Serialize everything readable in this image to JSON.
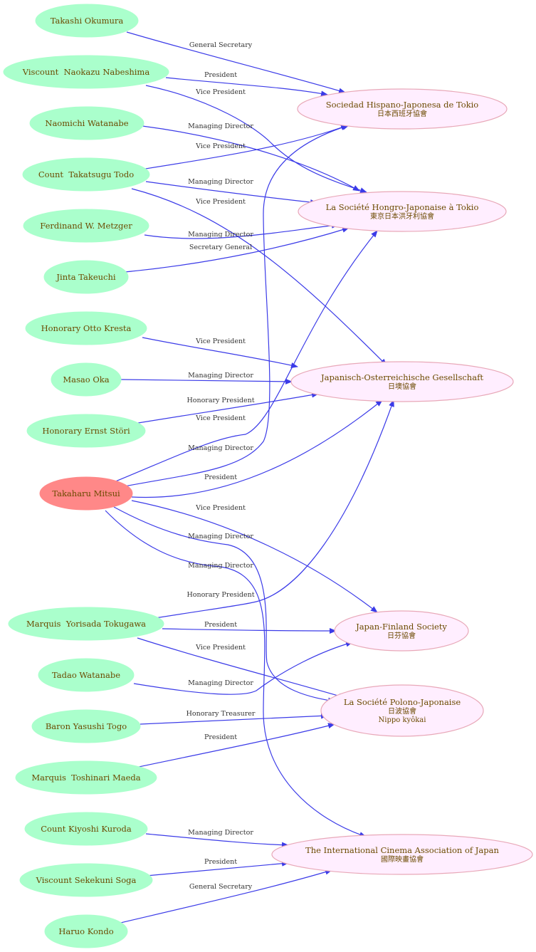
{
  "colors": {
    "person_fill": "#aaffcc",
    "highlight_fill": "#ff8888",
    "org_fill": "#ffeeff",
    "org_stroke": "#e8a8b8",
    "edge": "#3b3be8",
    "text": "#6b4a00"
  },
  "people": [
    {
      "id": "okumura",
      "name": "Takashi Okumura"
    },
    {
      "id": "nabeshima",
      "name": "Viscount  Naokazu Nabeshima"
    },
    {
      "id": "nwatanabe",
      "name": "Naomichi Watanabe"
    },
    {
      "id": "todo",
      "name": "Count  Takatsugu Todo"
    },
    {
      "id": "metzger",
      "name": "Ferdinand W. Metzger"
    },
    {
      "id": "takeuchi",
      "name": "Jinta Takeuchi"
    },
    {
      "id": "kresta",
      "name": "Honorary Otto Kresta"
    },
    {
      "id": "oka",
      "name": "Masao Oka"
    },
    {
      "id": "stori",
      "name": "Honorary Ernst Störi"
    },
    {
      "id": "mitsui",
      "name": "Takaharu Mitsui",
      "highlight": true
    },
    {
      "id": "tokugawa",
      "name": "Marquis  Yorisada Tokugawa"
    },
    {
      "id": "twatanabe",
      "name": "Tadao Watanabe"
    },
    {
      "id": "togo",
      "name": "Baron Yasushi Togo"
    },
    {
      "id": "maeda",
      "name": "Marquis  Toshinari Maeda"
    },
    {
      "id": "kuroda",
      "name": "Count Kiyoshi Kuroda"
    },
    {
      "id": "soga",
      "name": "Viscount Sekekuni Soga"
    },
    {
      "id": "kondo",
      "name": "Haruo Kondo"
    }
  ],
  "organizations": [
    {
      "id": "hispano",
      "lines": [
        "Sociedad Hispano-Japonesa de Tokio",
        "日本西班牙協會"
      ]
    },
    {
      "id": "hongro",
      "lines": [
        "La Société Hongro-Japonaise à Tokio",
        "東京日本洪牙利協會"
      ]
    },
    {
      "id": "osterr",
      "lines": [
        "Japanisch-Osterreichische Gesellschaft",
        "日墺協會"
      ]
    },
    {
      "id": "finland",
      "lines": [
        "Japan-Finland Society",
        "日芬協會"
      ]
    },
    {
      "id": "polono",
      "lines": [
        "La Société Polono-Japonaise",
        "日波協會",
        "Nippo kyôkai"
      ]
    },
    {
      "id": "cinema",
      "lines": [
        "The International Cinema Association of Japan",
        "國際映畫協會"
      ]
    }
  ],
  "edges": [
    {
      "from": "okumura",
      "to": "hispano",
      "label": "General Secretary"
    },
    {
      "from": "nabeshima",
      "to": "hispano",
      "label": "President"
    },
    {
      "from": "nabeshima",
      "to": "hongro",
      "label": "Vice President"
    },
    {
      "from": "nwatanabe",
      "to": "hongro",
      "label": "Managing Director"
    },
    {
      "from": "todo",
      "to": "hispano",
      "label": "Vice President"
    },
    {
      "from": "todo",
      "to": "hongro",
      "label": "Managing Director"
    },
    {
      "from": "todo",
      "to": "osterr",
      "label": "Vice President"
    },
    {
      "from": "metzger",
      "to": "hongro",
      "label": "Managing Director"
    },
    {
      "from": "takeuchi",
      "to": "hongro",
      "label": "Secretary General"
    },
    {
      "from": "kresta",
      "to": "osterr",
      "label": "Vice President"
    },
    {
      "from": "oka",
      "to": "osterr",
      "label": "Managing Director"
    },
    {
      "from": "stori",
      "to": "osterr",
      "label": "Honorary President"
    },
    {
      "from": "mitsui",
      "to": "hongro",
      "label": "Vice President"
    },
    {
      "from": "mitsui",
      "to": "hispano",
      "label": "Managing Director"
    },
    {
      "from": "mitsui",
      "to": "osterr",
      "label": "President"
    },
    {
      "from": "mitsui",
      "to": "finland",
      "label": "Vice President"
    },
    {
      "from": "mitsui",
      "to": "polono",
      "label": "Managing Director"
    },
    {
      "from": "mitsui",
      "to": "cinema",
      "label": "Managing Director"
    },
    {
      "from": "tokugawa",
      "to": "osterr",
      "label": "Honorary President"
    },
    {
      "from": "tokugawa",
      "to": "finland",
      "label": "President"
    },
    {
      "from": "tokugawa",
      "to": "polono",
      "label": "Vice President"
    },
    {
      "from": "twatanabe",
      "to": "finland",
      "label": "Managing Director"
    },
    {
      "from": "togo",
      "to": "polono",
      "label": "Honorary Treasurer"
    },
    {
      "from": "maeda",
      "to": "polono",
      "label": "President"
    },
    {
      "from": "kuroda",
      "to": "cinema",
      "label": "Managing Director"
    },
    {
      "from": "soga",
      "to": "cinema",
      "label": "President"
    },
    {
      "from": "kondo",
      "to": "cinema",
      "label": "General Secretary"
    }
  ]
}
